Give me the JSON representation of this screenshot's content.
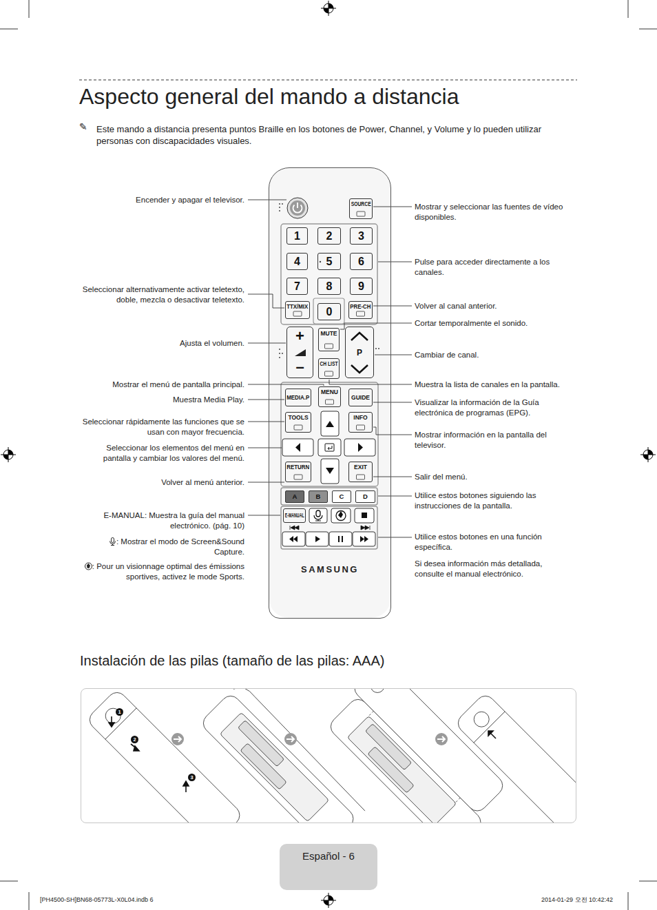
{
  "diagram": {
    "title": "Aspecto general del mando a distancia",
    "nodes": [
      {
        "text": [
          "SAMSUNG"
        ]
      },
      {
        "text": [
          "SOURCE"
        ],
        "in": 0
      },
      {
        "text": [
          "1"
        ],
        "in": 0
      },
      {
        "text": [
          "2"
        ],
        "in": 0
      },
      {
        "text": [
          "3"
        ],
        "in": 0
      },
      {
        "text": [
          "4"
        ],
        "in": 0
      },
      {
        "text": [
          "5"
        ],
        "in": 0
      },
      {
        "text": [
          "6"
        ],
        "in": 0
      },
      {
        "text": [
          "7"
        ],
        "in": 0
      },
      {
        "text": [
          "8"
        ],
        "in": 0
      },
      {
        "text": [
          "9"
        ],
        "in": 0
      },
      {
        "text": [
          "TTX/MIX"
        ],
        "in": 0
      },
      {
        "text": [
          "0"
        ],
        "in": 0
      },
      {
        "text": [
          "PRE-CH"
        ],
        "in": 0
      },
      {
        "text": [
          "+",
          "–"
        ],
        "in": 0
      },
      {
        "text": [
          "MUTE"
        ],
        "in": 0
      },
      {
        "text": [
          "P"
        ],
        "in": 0
      },
      {
        "text": [
          "CH LIST"
        ],
        "in": 0
      },
      {
        "text": [
          "MEDIA.P"
        ],
        "in": 0
      },
      {
        "text": [
          "MENU"
        ],
        "in": 0
      },
      {
        "text": [
          "GUIDE"
        ],
        "in": 0
      },
      {
        "text": [
          "TOOLS"
        ],
        "in": 0
      },
      {
        "text": [
          "INFO"
        ],
        "in": 0
      },
      {
        "text": [
          "RETURN"
        ],
        "in": 0
      },
      {
        "text": [
          "EXIT"
        ],
        "in": 0
      },
      {
        "text": [
          "A"
        ],
        "in": 0
      },
      {
        "text": [
          "B"
        ],
        "in": 0
      },
      {
        "text": [
          "C"
        ],
        "in": 0
      },
      {
        "text": [
          "D"
        ],
        "in": 0
      },
      {
        "text": [
          "E-MANUAL"
        ],
        "in": 0
      },
      {
        "text": [
          "Instalación de las pilas (tamaño de las pilas: AAA)"
        ]
      },
      {
        "text": [
          "1"
        ],
        "in": 30
      },
      {
        "text": [
          "2"
        ],
        "in": 30
      },
      {
        "text": [
          "3"
        ],
        "in": 30
      },
      {
        "text": [
          "Español - 6"
        ]
      }
    ],
    "labels": [
      "✎",
      "Este mando a distancia presenta puntos Braille en los botones de Power, Channel, y Volume y lo pueden utilizar personas con discapacidades visuales.",
      "Encender y apagar el televisor.",
      "Seleccionar alternativamente activar teletexto, doble, mezcla o desactivar teletexto.",
      "Ajusta el volumen.",
      "Mostrar el menú de pantalla principal.",
      "Muestra Media Play.",
      "Seleccionar rápidamente las funciones que se usan con mayor frecuencia.",
      "Seleccionar los elementos del menú en pantalla y cambiar los valores del menú.",
      "Volver al menú anterior.",
      "E-MANUAL: Muestra la guía del manual electrónico. (pág. 10)",
      ": Mostrar el modo de Screen&Sound Capture.",
      ": Pour un visionnage optimal des émissions sportives, activez le mode Sports.",
      "Mostrar y seleccionar las fuentes de vídeo disponibles.",
      "Pulse para acceder directamente a los canales.",
      "Volver al canal anterior.",
      "Cortar temporalmente el sonido.",
      "Cambiar de canal.",
      "Muestra la lista de canales en la pantalla.",
      "Visualizar la información de la Guía electrónica de programas (EPG).",
      "Mostrar información en la pantalla del televisor.",
      "Salir del menú.",
      "Utilice estos botones siguiendo las instrucciones de la pantalla.",
      "Utilice estos botones en una función específica.",
      "Si desea información más detallada, consulte el manual electrónico.",
      "[PH4500-SH]BN68-05773L-X0L04.indb 6",
      "2014-01-29 오전 10:42:42"
    ]
  }
}
